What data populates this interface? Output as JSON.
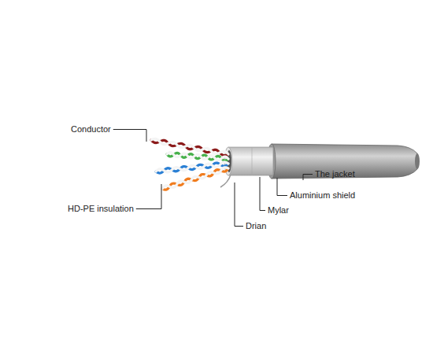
{
  "diagram": {
    "labels": [
      "Conductor",
      "HD-PE insulation",
      "The jacket",
      "Aluminium shield",
      "Mylar",
      "Drian"
    ]
  }
}
